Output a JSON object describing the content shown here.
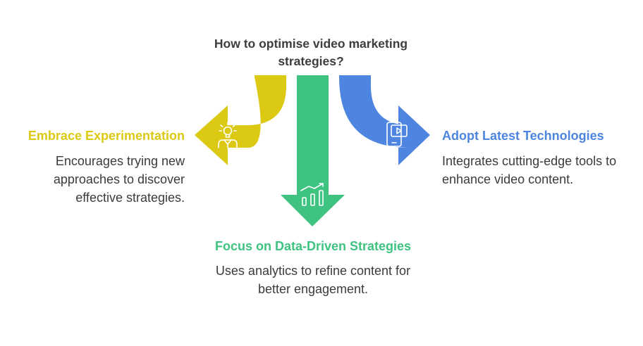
{
  "title": "How to optimise video marketing strategies?",
  "colors": {
    "left": "#dcc914",
    "center": "#3ec380",
    "right": "#4d85e0",
    "title": "#3d3d3d",
    "body_text": "#3b3b3b"
  },
  "branches": [
    {
      "id": "left",
      "heading": "Embrace Experimentation",
      "description": "Encourages trying new approaches to discover effective strategies.",
      "icon": "lightbulb-person-icon"
    },
    {
      "id": "center",
      "heading": "Focus on Data-Driven Strategies",
      "description": "Uses analytics to refine content for better engagement.",
      "icon": "bar-chart-trend-icon"
    },
    {
      "id": "right",
      "heading": "Adopt Latest Technologies",
      "description": "Integrates cutting-edge tools to enhance video content.",
      "icon": "mobile-video-icon"
    }
  ]
}
